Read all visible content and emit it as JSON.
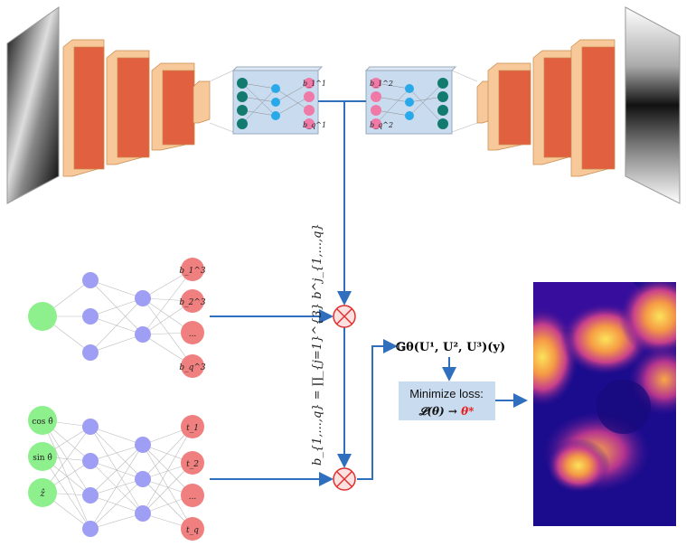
{
  "encoder_bottleneck": {
    "top_label": "b_1^1",
    "bottom_label": "b_q^1"
  },
  "decoder_bottleneck": {
    "top_label": "b_1^2",
    "bottom_label": "b_q^2"
  },
  "upper_network": {
    "outputs": [
      "b_1^3",
      "b_2^3",
      "...",
      "b_q^3"
    ]
  },
  "lower_network": {
    "inputs": [
      "cos θ̂",
      "sin θ̂",
      "ẑ"
    ],
    "outputs": [
      "t_1",
      "t_2",
      "...",
      "t_q"
    ]
  },
  "product_formula": "b_{1,...,q} = ∏_{j=1}^{3} b^j_{1,...,q}",
  "generator_label": "𝔾θ(U¹, U², U³)(y)",
  "loss_box": {
    "line1": "Minimize loss:",
    "line2_prefix": "𝓛(θ) → ",
    "line2_result": "θ*"
  },
  "colors": {
    "conv": "#e0603f",
    "conv_edge": "#f6c89a",
    "bottleneck_box": "#c9dbee",
    "arrow": "#2f6fbe",
    "nn_node": "#9e9ef5",
    "input_node": "#8df08d",
    "output_node": "#f08080",
    "teal": "#127a6e",
    "cyan": "#2aa9ea",
    "pink": "#ef7aa8"
  }
}
